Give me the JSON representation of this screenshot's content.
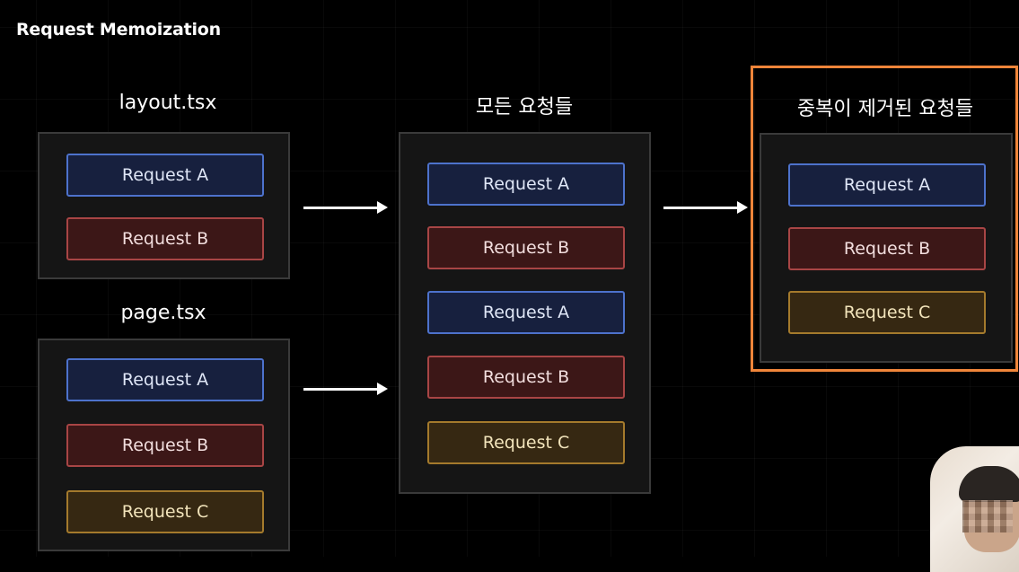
{
  "title": "Request Memoization",
  "columns": {
    "layout": {
      "label": "layout.tsx",
      "requests": [
        "Request A",
        "Request B"
      ]
    },
    "page": {
      "label": "page.tsx",
      "requests": [
        "Request A",
        "Request B",
        "Request C"
      ]
    },
    "all": {
      "label": "모든 요청들",
      "requests": [
        "Request A",
        "Request B",
        "Request A",
        "Request B",
        "Request C"
      ]
    },
    "deduped": {
      "label": "중복이 제거된 요청들",
      "requests": [
        "Request A",
        "Request B",
        "Request C"
      ]
    }
  },
  "colors": {
    "request_a": "#4d72cc",
    "request_b": "#a84545",
    "request_c": "#a47a2c",
    "highlight": "#f0853a"
  }
}
